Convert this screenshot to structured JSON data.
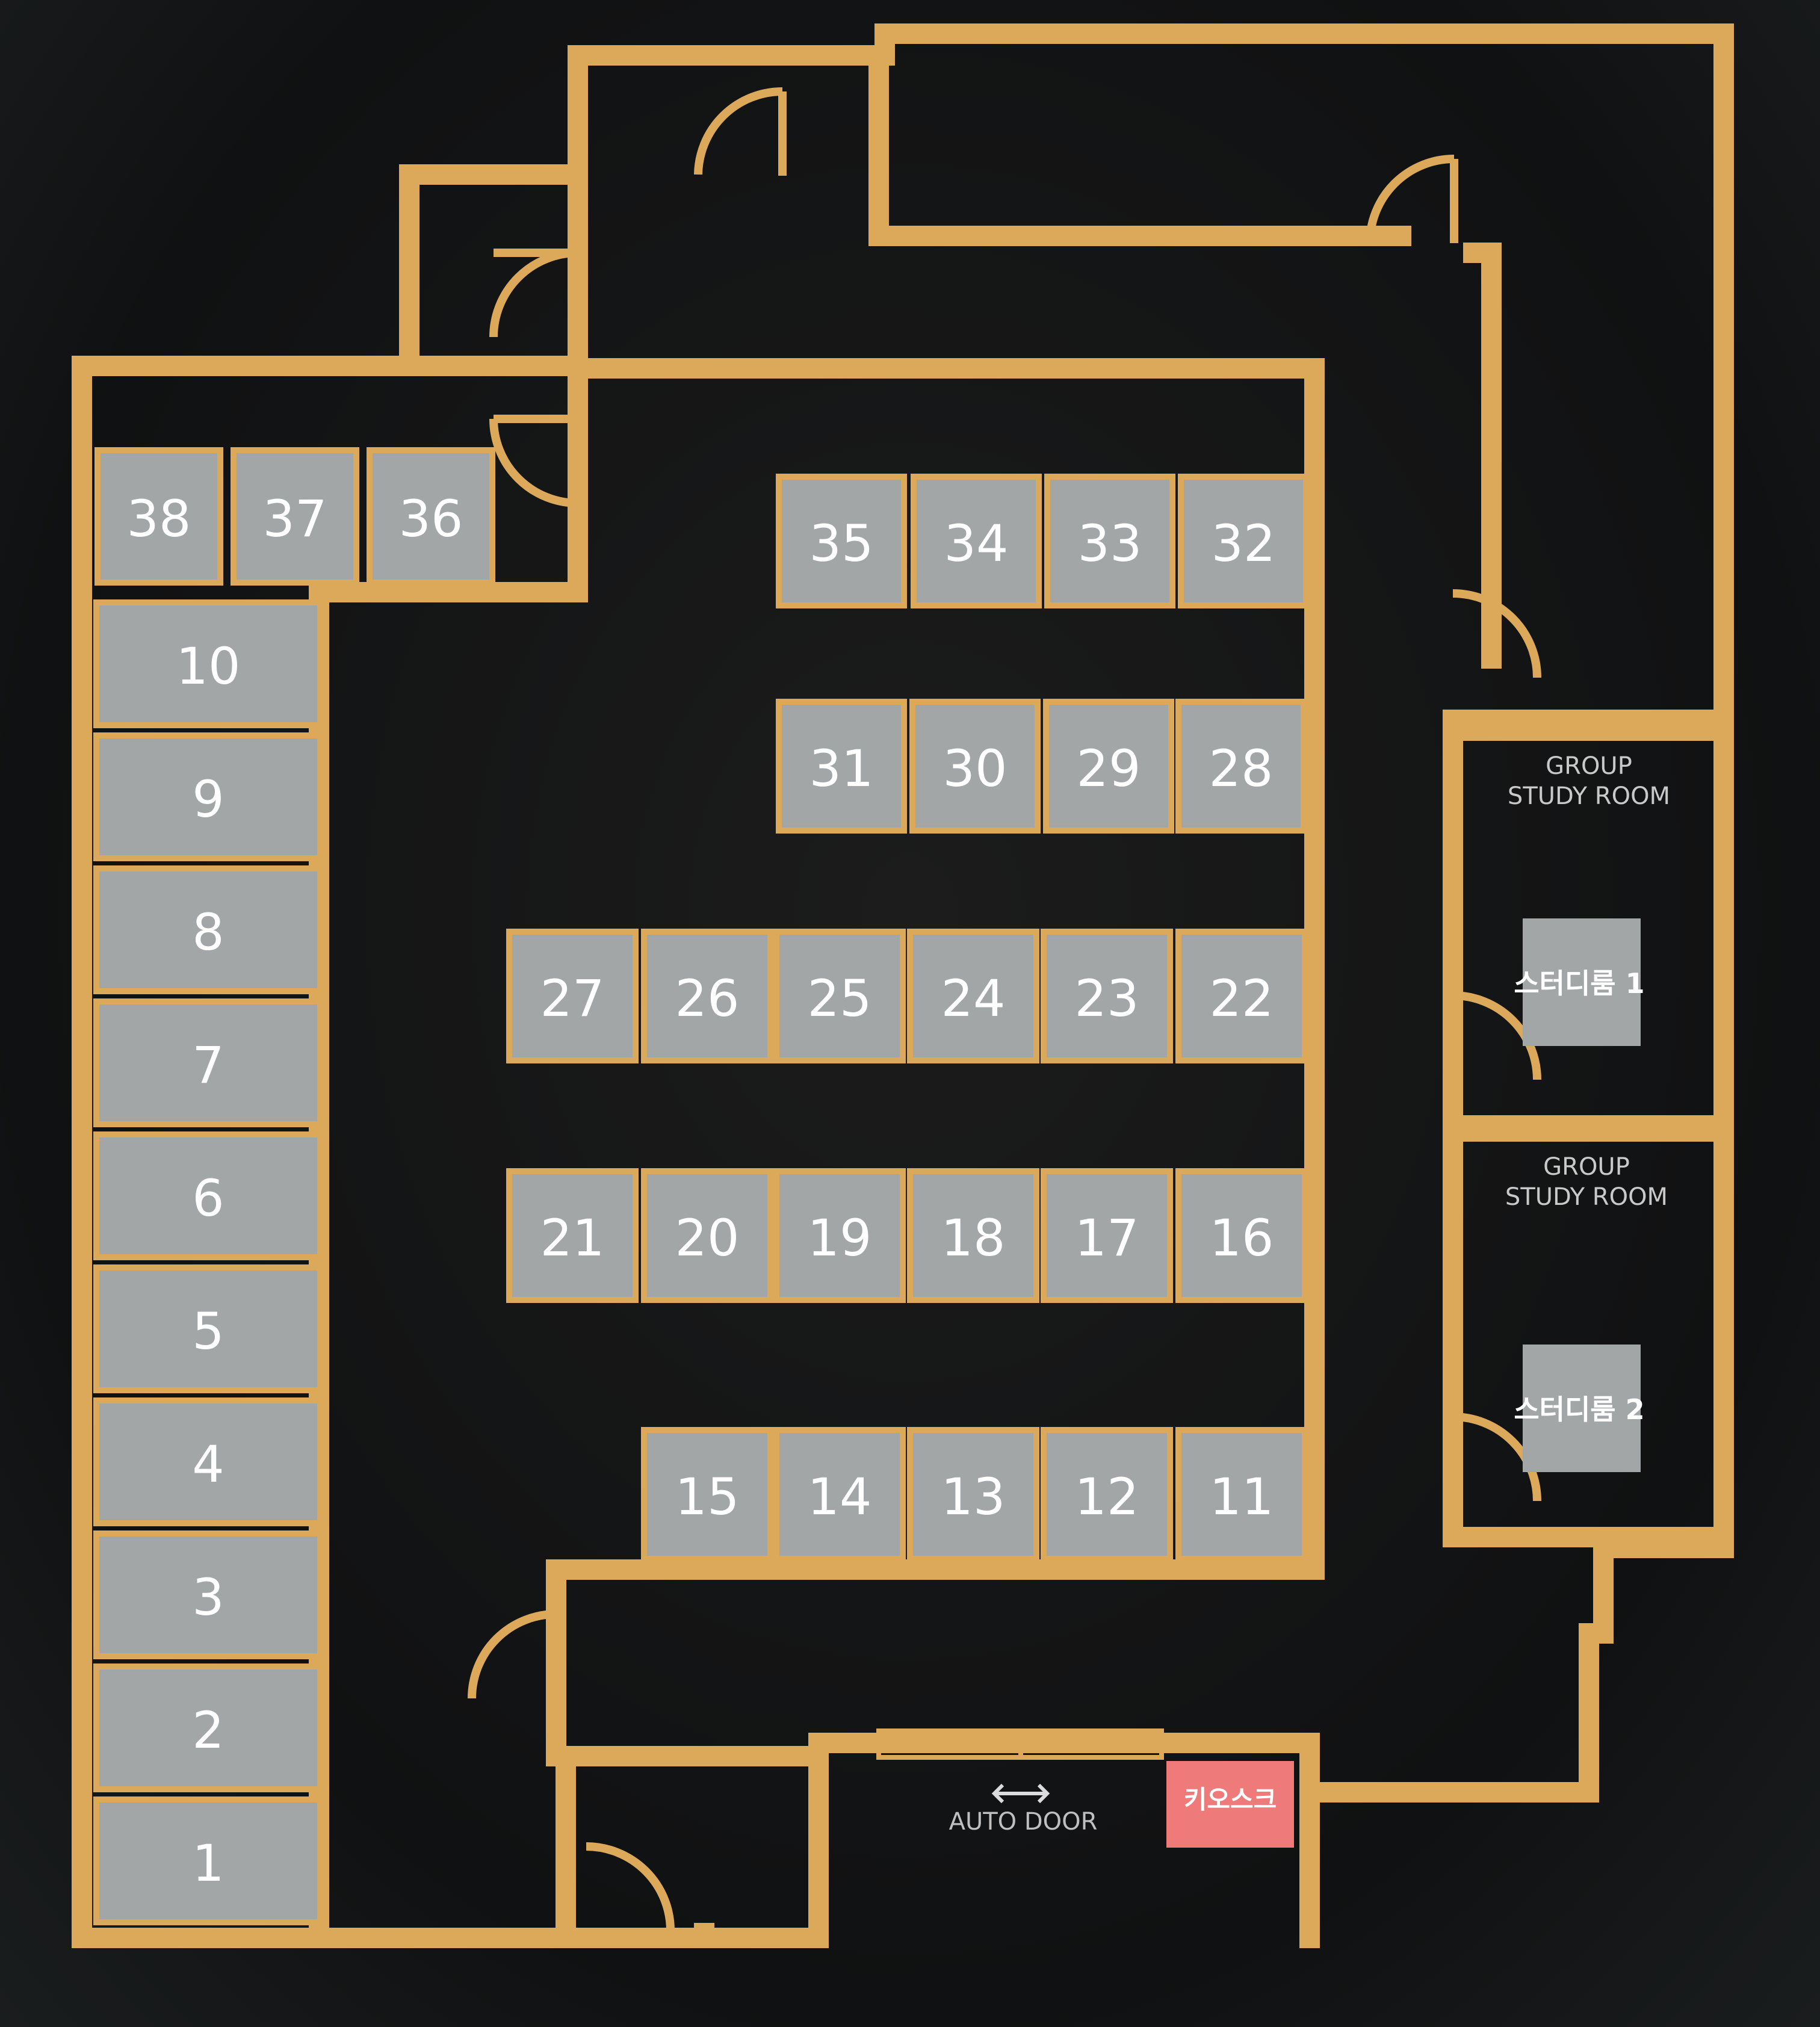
{
  "seats": [
    {
      "id": "1",
      "label": "1"
    },
    {
      "id": "2",
      "label": "2"
    },
    {
      "id": "3",
      "label": "3"
    },
    {
      "id": "4",
      "label": "4"
    },
    {
      "id": "5",
      "label": "5"
    },
    {
      "id": "6",
      "label": "6"
    },
    {
      "id": "7",
      "label": "7"
    },
    {
      "id": "8",
      "label": "8"
    },
    {
      "id": "9",
      "label": "9"
    },
    {
      "id": "10",
      "label": "10"
    },
    {
      "id": "11",
      "label": "11"
    },
    {
      "id": "12",
      "label": "12"
    },
    {
      "id": "13",
      "label": "13"
    },
    {
      "id": "14",
      "label": "14"
    },
    {
      "id": "15",
      "label": "15"
    },
    {
      "id": "16",
      "label": "16"
    },
    {
      "id": "17",
      "label": "17"
    },
    {
      "id": "18",
      "label": "18"
    },
    {
      "id": "19",
      "label": "19"
    },
    {
      "id": "20",
      "label": "20"
    },
    {
      "id": "21",
      "label": "21"
    },
    {
      "id": "22",
      "label": "22"
    },
    {
      "id": "23",
      "label": "23"
    },
    {
      "id": "24",
      "label": "24"
    },
    {
      "id": "25",
      "label": "25"
    },
    {
      "id": "26",
      "label": "26"
    },
    {
      "id": "27",
      "label": "27"
    },
    {
      "id": "28",
      "label": "28"
    },
    {
      "id": "29",
      "label": "29"
    },
    {
      "id": "30",
      "label": "30"
    },
    {
      "id": "31",
      "label": "31"
    },
    {
      "id": "32",
      "label": "32"
    },
    {
      "id": "33",
      "label": "33"
    },
    {
      "id": "34",
      "label": "34"
    },
    {
      "id": "35",
      "label": "35"
    },
    {
      "id": "36",
      "label": "36"
    },
    {
      "id": "37",
      "label": "37"
    },
    {
      "id": "38",
      "label": "38"
    }
  ],
  "rooms": [
    {
      "title_line1": "GROUP",
      "title_line2": "STUDY ROOM",
      "seat_label": "스터디룸 1"
    },
    {
      "title_line1": "GROUP",
      "title_line2": "STUDY ROOM",
      "seat_label": "스터디룸 2"
    }
  ],
  "kiosk": {
    "label": "키오스크"
  },
  "auto_door": {
    "label": "AUTO DOOR"
  },
  "colors": {
    "wall": "#dca85a",
    "seat": "#a2a6a7",
    "kiosk": "#ef7a7a",
    "background": "#141516"
  }
}
